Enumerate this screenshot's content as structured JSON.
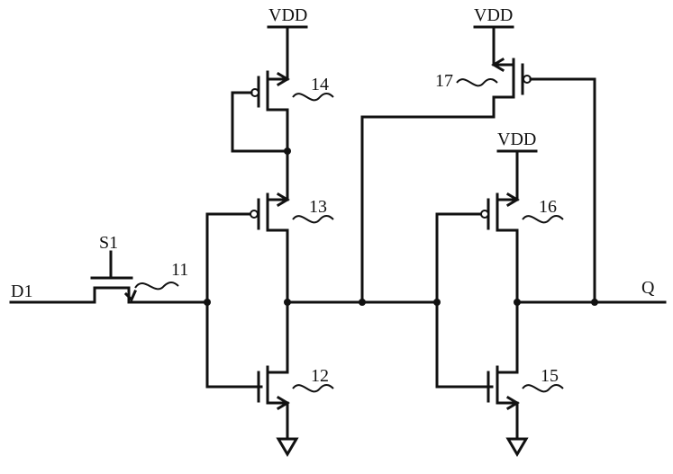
{
  "labels": {
    "vdd": "VDD",
    "input": "D1",
    "output": "Q",
    "switch": "S1"
  },
  "transistors": {
    "t11": "11",
    "t12": "12",
    "t13": "13",
    "t14": "14",
    "t15": "15",
    "t16": "16",
    "t17": "17"
  }
}
